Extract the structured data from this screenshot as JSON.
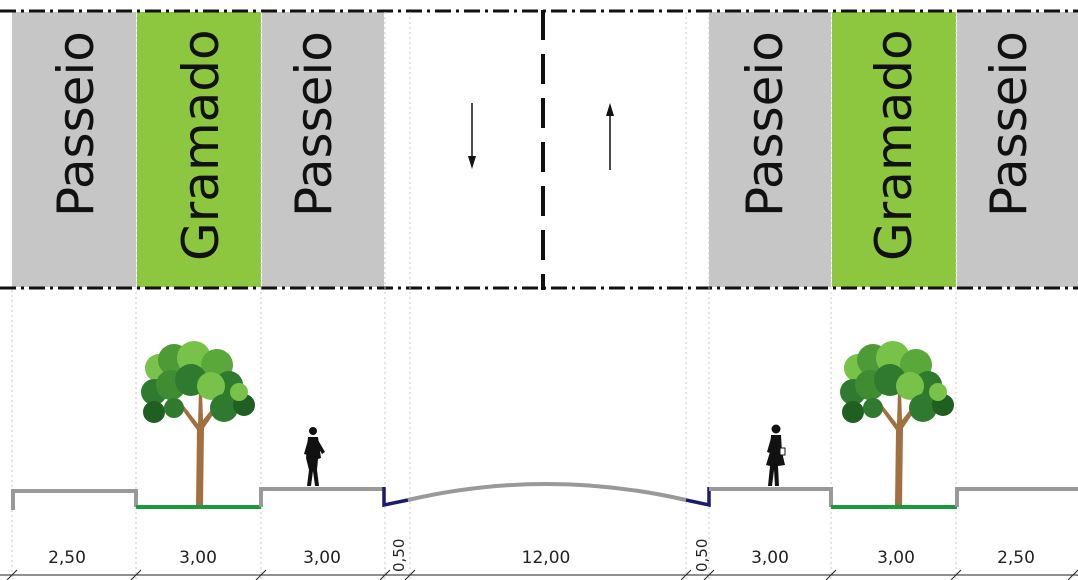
{
  "plan": {
    "strips": [
      {
        "label": "Passeio",
        "kind": "sidewalk"
      },
      {
        "label": "Gramado",
        "kind": "grass"
      },
      {
        "label": "Passeio",
        "kind": "sidewalk"
      },
      {
        "label": "",
        "kind": "road"
      },
      {
        "label": "Passeio",
        "kind": "sidewalk"
      },
      {
        "label": "Gramado",
        "kind": "grass"
      },
      {
        "label": "Passeio",
        "kind": "sidewalk"
      }
    ],
    "traffic": [
      "down-arrow-icon",
      "up-arrow-icon"
    ]
  },
  "dimensions": [
    "2,50",
    "3,00",
    "3,00",
    "0,50",
    "12,00",
    "0,50",
    "3,00",
    "3,00",
    "2,50"
  ],
  "colors": {
    "sidewalk": "#c6c6c6",
    "grass": "#8dc63f",
    "profile_gray": "#999999",
    "profile_green": "#1a9a3a",
    "curb_navy": "#1c1a6e",
    "tree_trunk": "#a07040",
    "tree_leaf_dark": "#2f7a2f",
    "tree_leaf_light": "#79c24a"
  }
}
